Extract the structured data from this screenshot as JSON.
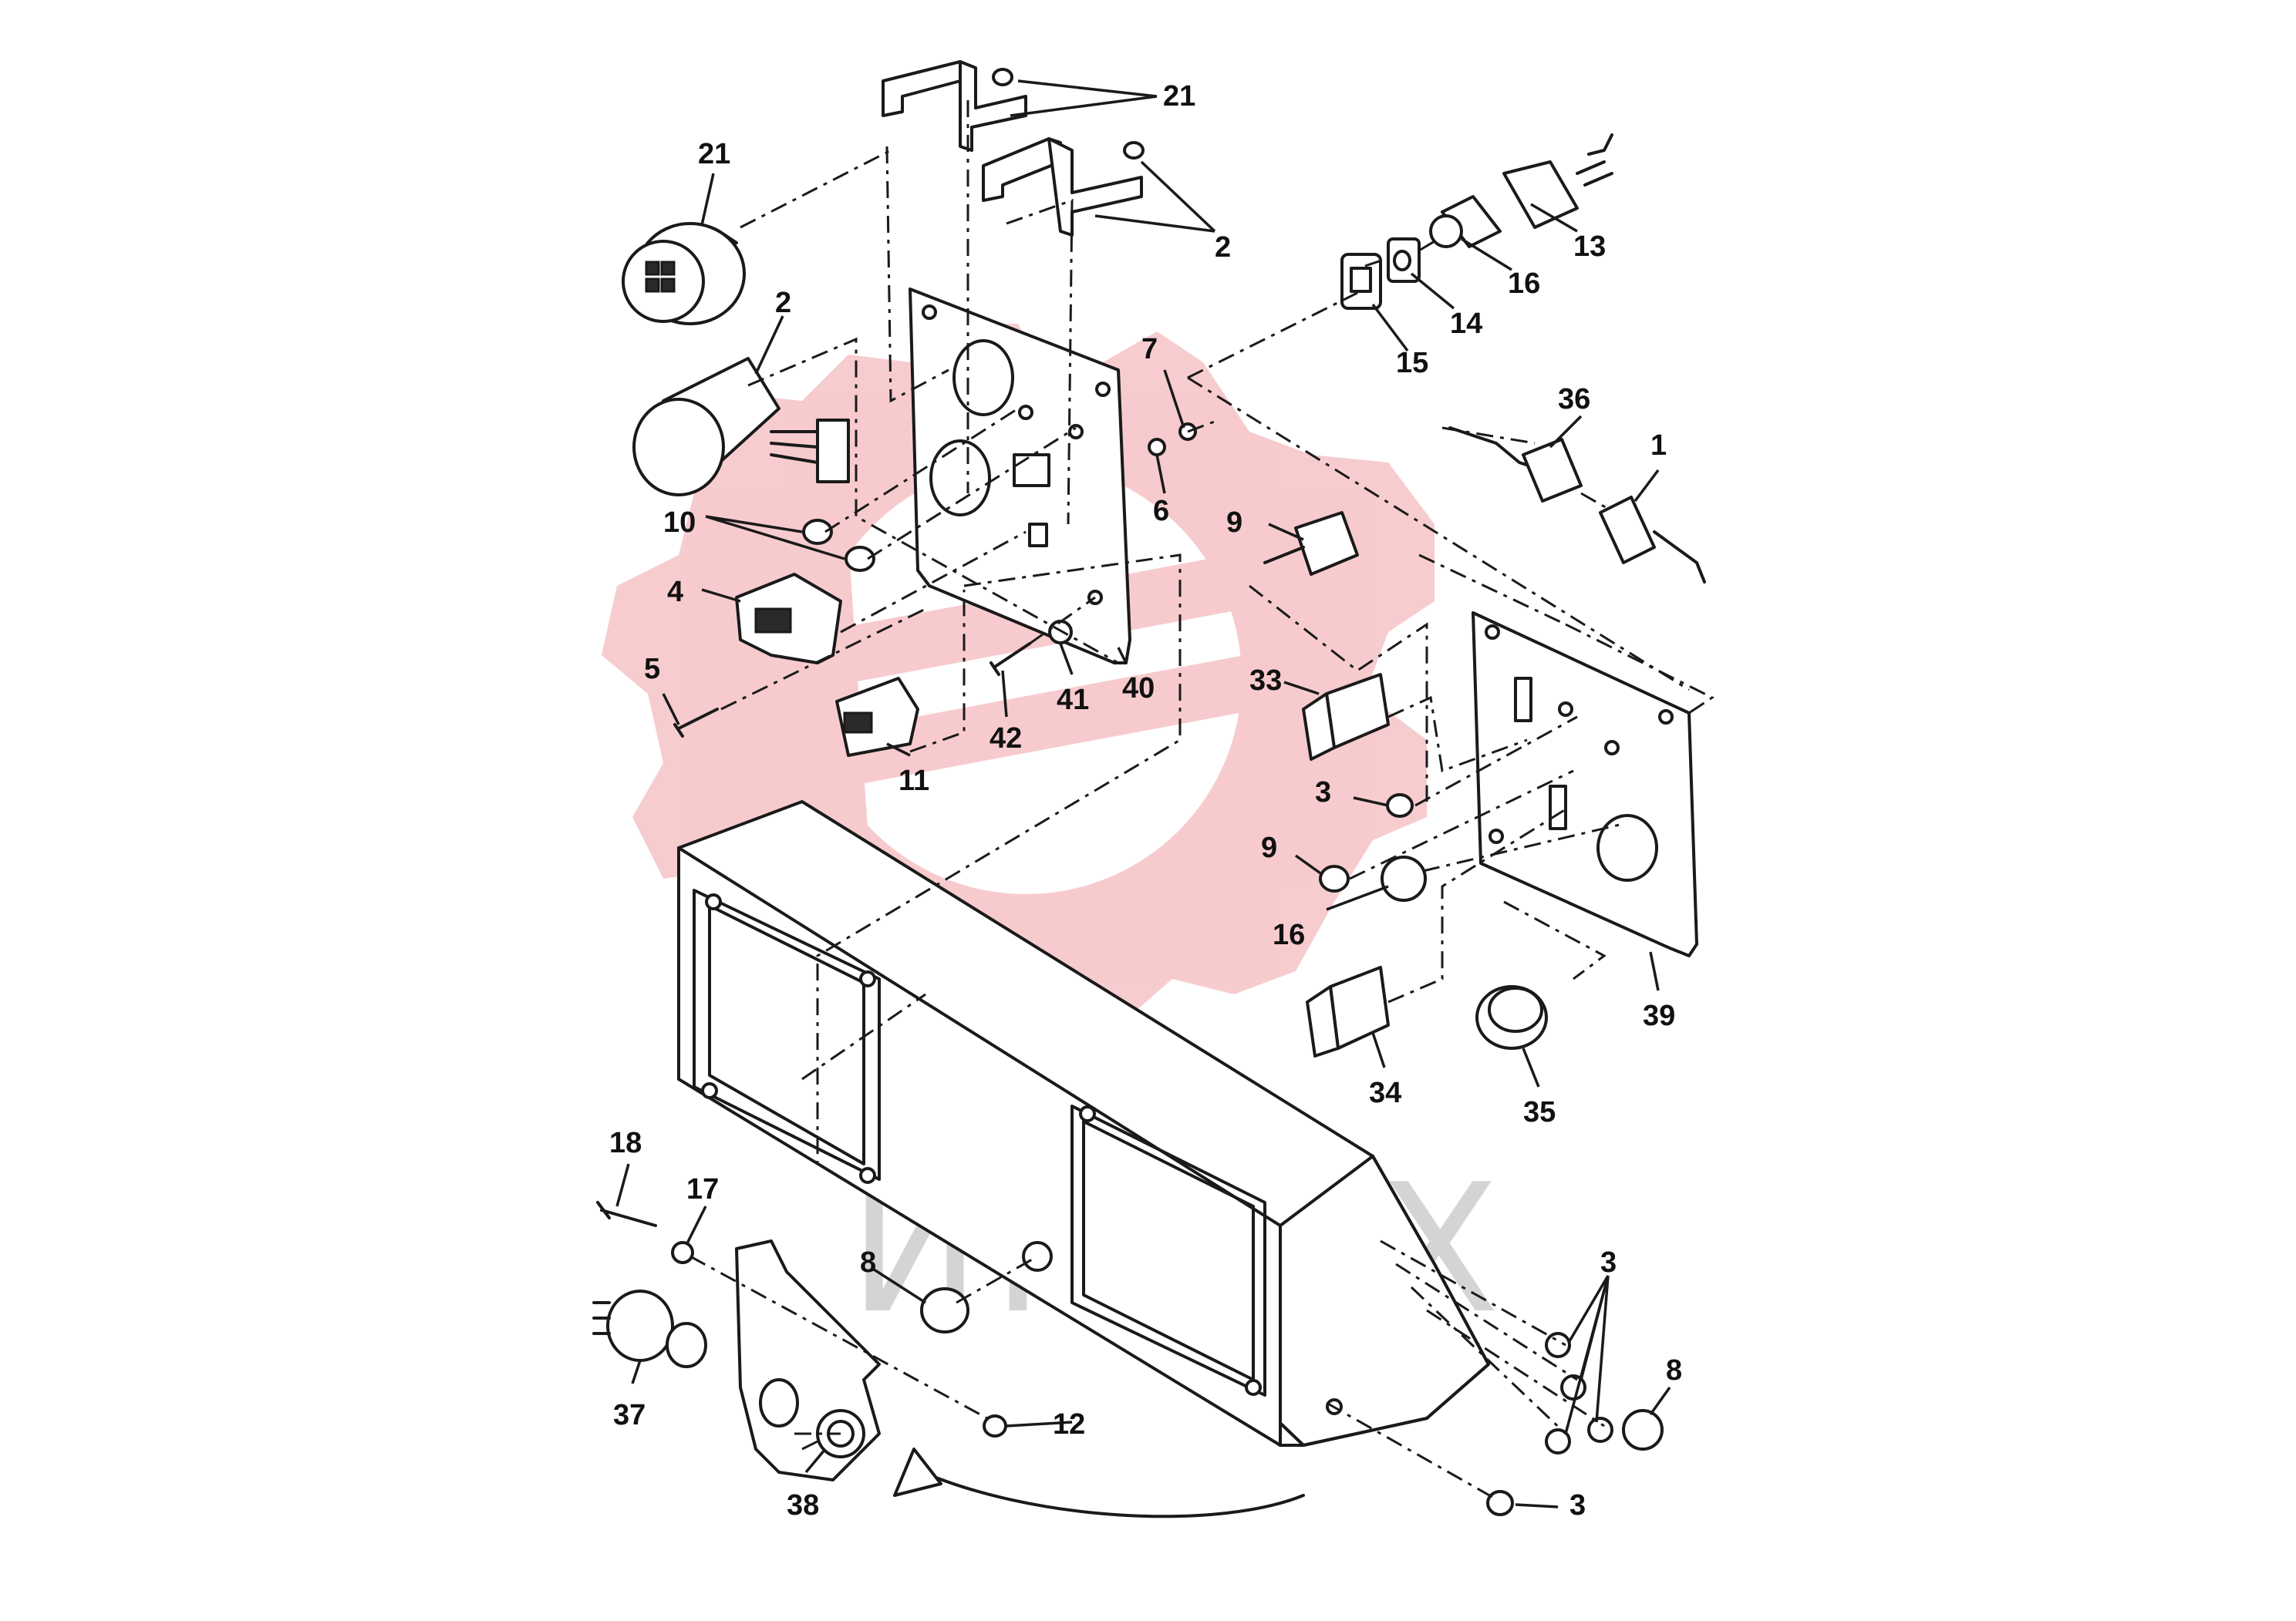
{
  "watermark": {
    "text": "ИНТЕХ",
    "color": "#f7c9cc"
  },
  "callouts": [
    {
      "id": "c21a",
      "text": "21"
    },
    {
      "id": "c21b",
      "text": "21"
    },
    {
      "id": "c2a",
      "text": "2"
    },
    {
      "id": "c2b",
      "text": "2"
    },
    {
      "id": "c13",
      "text": "13"
    },
    {
      "id": "c16a",
      "text": "16"
    },
    {
      "id": "c14",
      "text": "14"
    },
    {
      "id": "c15",
      "text": "15"
    },
    {
      "id": "c7",
      "text": "7"
    },
    {
      "id": "c6",
      "text": "6"
    },
    {
      "id": "c36",
      "text": "36"
    },
    {
      "id": "c1",
      "text": "1"
    },
    {
      "id": "c10",
      "text": "10"
    },
    {
      "id": "c9a",
      "text": "9"
    },
    {
      "id": "c4",
      "text": "4"
    },
    {
      "id": "c5",
      "text": "5"
    },
    {
      "id": "c42",
      "text": "42"
    },
    {
      "id": "c41",
      "text": "41"
    },
    {
      "id": "c40",
      "text": "40"
    },
    {
      "id": "c11",
      "text": "11"
    },
    {
      "id": "c33",
      "text": "33"
    },
    {
      "id": "c3a",
      "text": "3"
    },
    {
      "id": "c9b",
      "text": "9"
    },
    {
      "id": "c16b",
      "text": "16"
    },
    {
      "id": "c39",
      "text": "39"
    },
    {
      "id": "c34",
      "text": "34"
    },
    {
      "id": "c35",
      "text": "35"
    },
    {
      "id": "c18",
      "text": "18"
    },
    {
      "id": "c17",
      "text": "17"
    },
    {
      "id": "c8a",
      "text": "8"
    },
    {
      "id": "c37",
      "text": "37"
    },
    {
      "id": "c38",
      "text": "38"
    },
    {
      "id": "c12",
      "text": "12"
    },
    {
      "id": "c3b",
      "text": "3"
    },
    {
      "id": "c8b",
      "text": "8"
    },
    {
      "id": "c3c",
      "text": "3"
    }
  ]
}
